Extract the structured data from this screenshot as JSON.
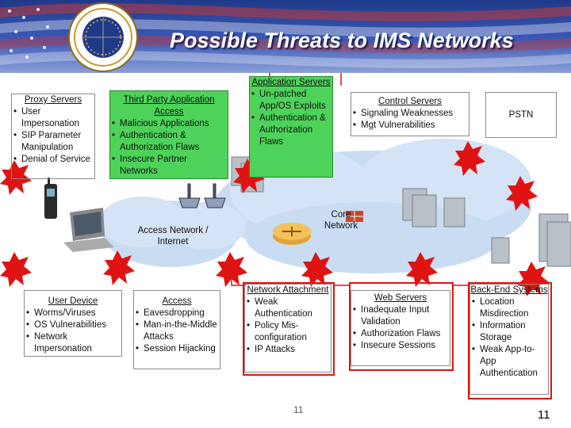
{
  "title": "Possible Threats to IMS Networks",
  "seal_text": "NCS",
  "colors": {
    "accent_red": "#e01313",
    "green_box": "#4dd35a",
    "cloud": "#c9dcf2"
  },
  "boxes": {
    "proxy": {
      "heading": "Proxy Servers",
      "items": [
        "User Impersonation",
        "SIP Parameter Manipulation",
        "Denial of Service"
      ]
    },
    "third_party": {
      "heading": "Third Party Application Access",
      "items": [
        "Malicious Applications",
        "Authentication & Authorization Flaws",
        "Insecure Partner Networks"
      ]
    },
    "app_servers": {
      "heading": "Application Servers",
      "items": [
        "Un-patched App/OS Exploits",
        "Authentication & Authorization Flaws"
      ]
    },
    "control": {
      "heading": "Control Servers",
      "items": [
        "Signaling Weaknesses",
        "Mgt Vulnerabilities"
      ]
    },
    "pstn": {
      "heading": "PSTN"
    },
    "user_device": {
      "heading": "User Device",
      "items": [
        "Worms/Viruses",
        "OS Vulnerabilities",
        "Network Impersonation"
      ]
    },
    "access": {
      "heading": "Access",
      "items": [
        "Eavesdropping",
        "Man-in-the-Middle Attacks",
        "Session Hijacking"
      ]
    },
    "net_attach": {
      "heading": "Network Attachment",
      "items": [
        "Weak Authentication",
        "Policy Mis-configuration",
        "IP Attacks"
      ]
    },
    "web_servers": {
      "heading": "Web Servers",
      "items": [
        "Inadequate Input Validation",
        "Authorization Flaws",
        "Insecure Sessions"
      ]
    },
    "backend": {
      "heading": "Back-End Systems",
      "items": [
        "Location Misdirection",
        "Information Storage",
        "Weak App-to-App Authentication"
      ]
    }
  },
  "labels": {
    "access_network": "Access Network / Internet",
    "core_network": "Core Network"
  },
  "page_number": "11",
  "page_number_small": "11",
  "icons": [
    "burst-icon",
    "phone-icon",
    "laptop-icon",
    "server-icon",
    "router-icon",
    "antenna-icon",
    "firewall-icon"
  ]
}
